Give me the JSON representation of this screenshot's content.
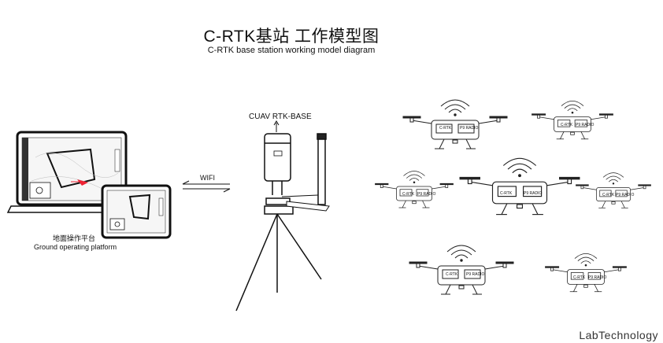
{
  "header": {
    "title": "C-RTK基站 工作模型图",
    "subtitle": "C-RTK base station working model diagram"
  },
  "platform": {
    "label_cn": "地面操作平台",
    "label_en": "Ground operating platform"
  },
  "link": {
    "label": "WIFI"
  },
  "base": {
    "label": "CUAV RTK-BASE"
  },
  "drone": {
    "label_left": "C-RTK",
    "label_right": "P9 RADIO"
  },
  "watermark": "LabTechnology"
}
